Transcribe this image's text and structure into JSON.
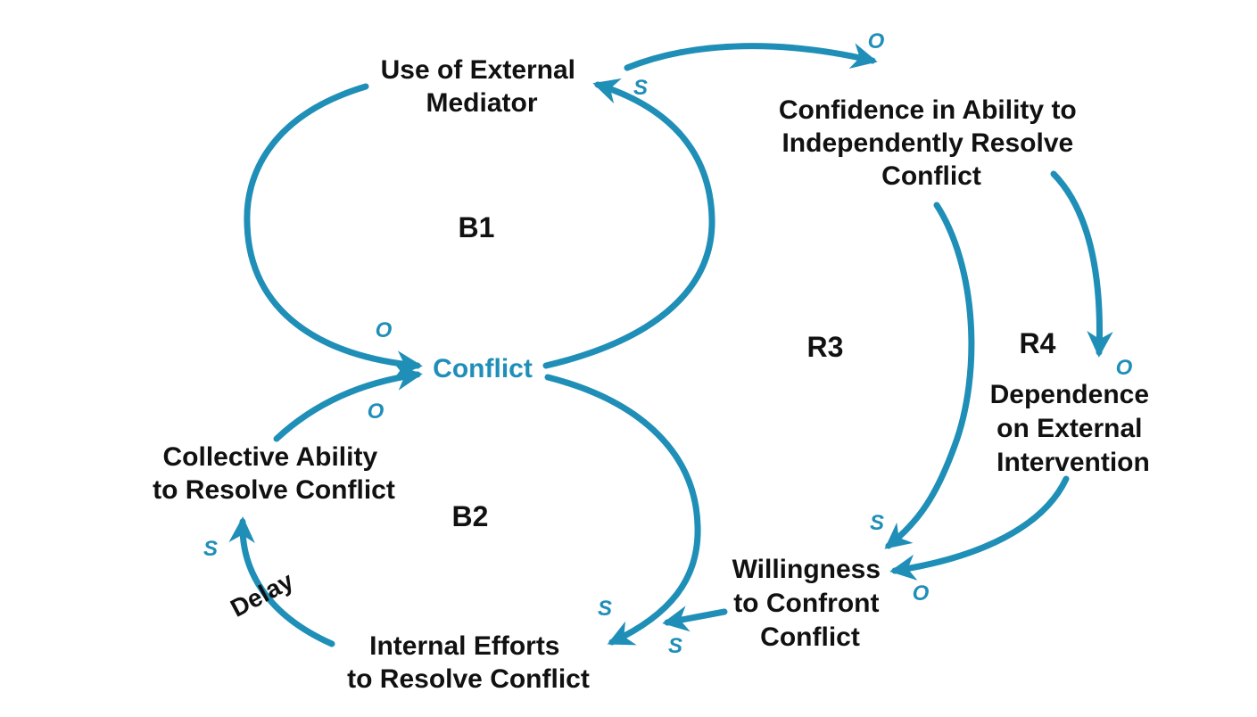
{
  "colors": {
    "arrow": "#1f8fb8",
    "text": "#111111",
    "accent": "#1f8fb8"
  },
  "nodes": {
    "external_mediator": [
      "Use of External",
      "Mediator"
    ],
    "confidence": [
      "Confidence in Ability to",
      "Independently Resolve",
      "Conflict"
    ],
    "conflict": [
      "Conflict"
    ],
    "collective_ability": [
      "Collective Ability",
      "to Resolve Conflict"
    ],
    "dependence": [
      "Dependence",
      "on External",
      "Intervention"
    ],
    "willingness": [
      "Willingness",
      "to Confront",
      "Conflict"
    ],
    "internal_efforts": [
      "Internal Efforts",
      "to Resolve Conflict"
    ]
  },
  "loops": {
    "b1": "B1",
    "b2": "B2",
    "r3": "R3",
    "r4": "R4"
  },
  "polarity": {
    "mediator_to_confidence": "O",
    "conflict_to_mediator": "S",
    "mediator_to_conflict": "O",
    "collective_to_conflict": "O",
    "internal_to_collective": "S",
    "conflict_to_internal": "S",
    "willingness_to_internal": "S",
    "confidence_to_willingness": "S",
    "confidence_to_dependence": "O",
    "dependence_to_willingness": "O"
  },
  "delay_label": "Delay"
}
